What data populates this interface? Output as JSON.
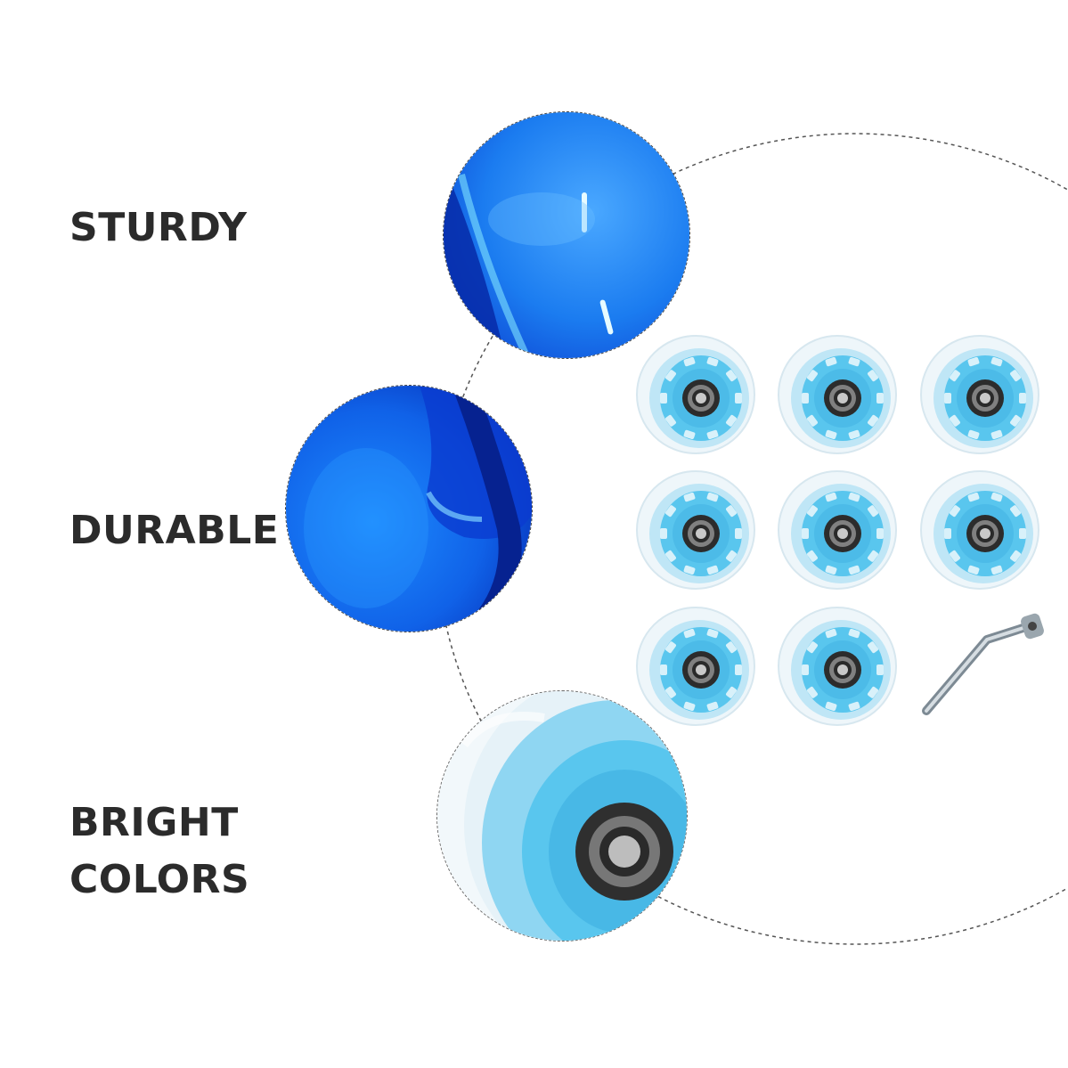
{
  "features": [
    {
      "label": "STURDY"
    },
    {
      "label": "DURABLE"
    },
    {
      "label": "BRIGHT\nCOLORS"
    }
  ],
  "product": {
    "wheel_count": 8,
    "wheel_color": "#59c6ee",
    "includes_tool": "allen-wrench"
  },
  "colors": {
    "text": "#2b2b2b",
    "glow_blue": "#0a63e6",
    "deep_blue": "#0a2fb5",
    "wheel_blue": "#59c6ee"
  }
}
